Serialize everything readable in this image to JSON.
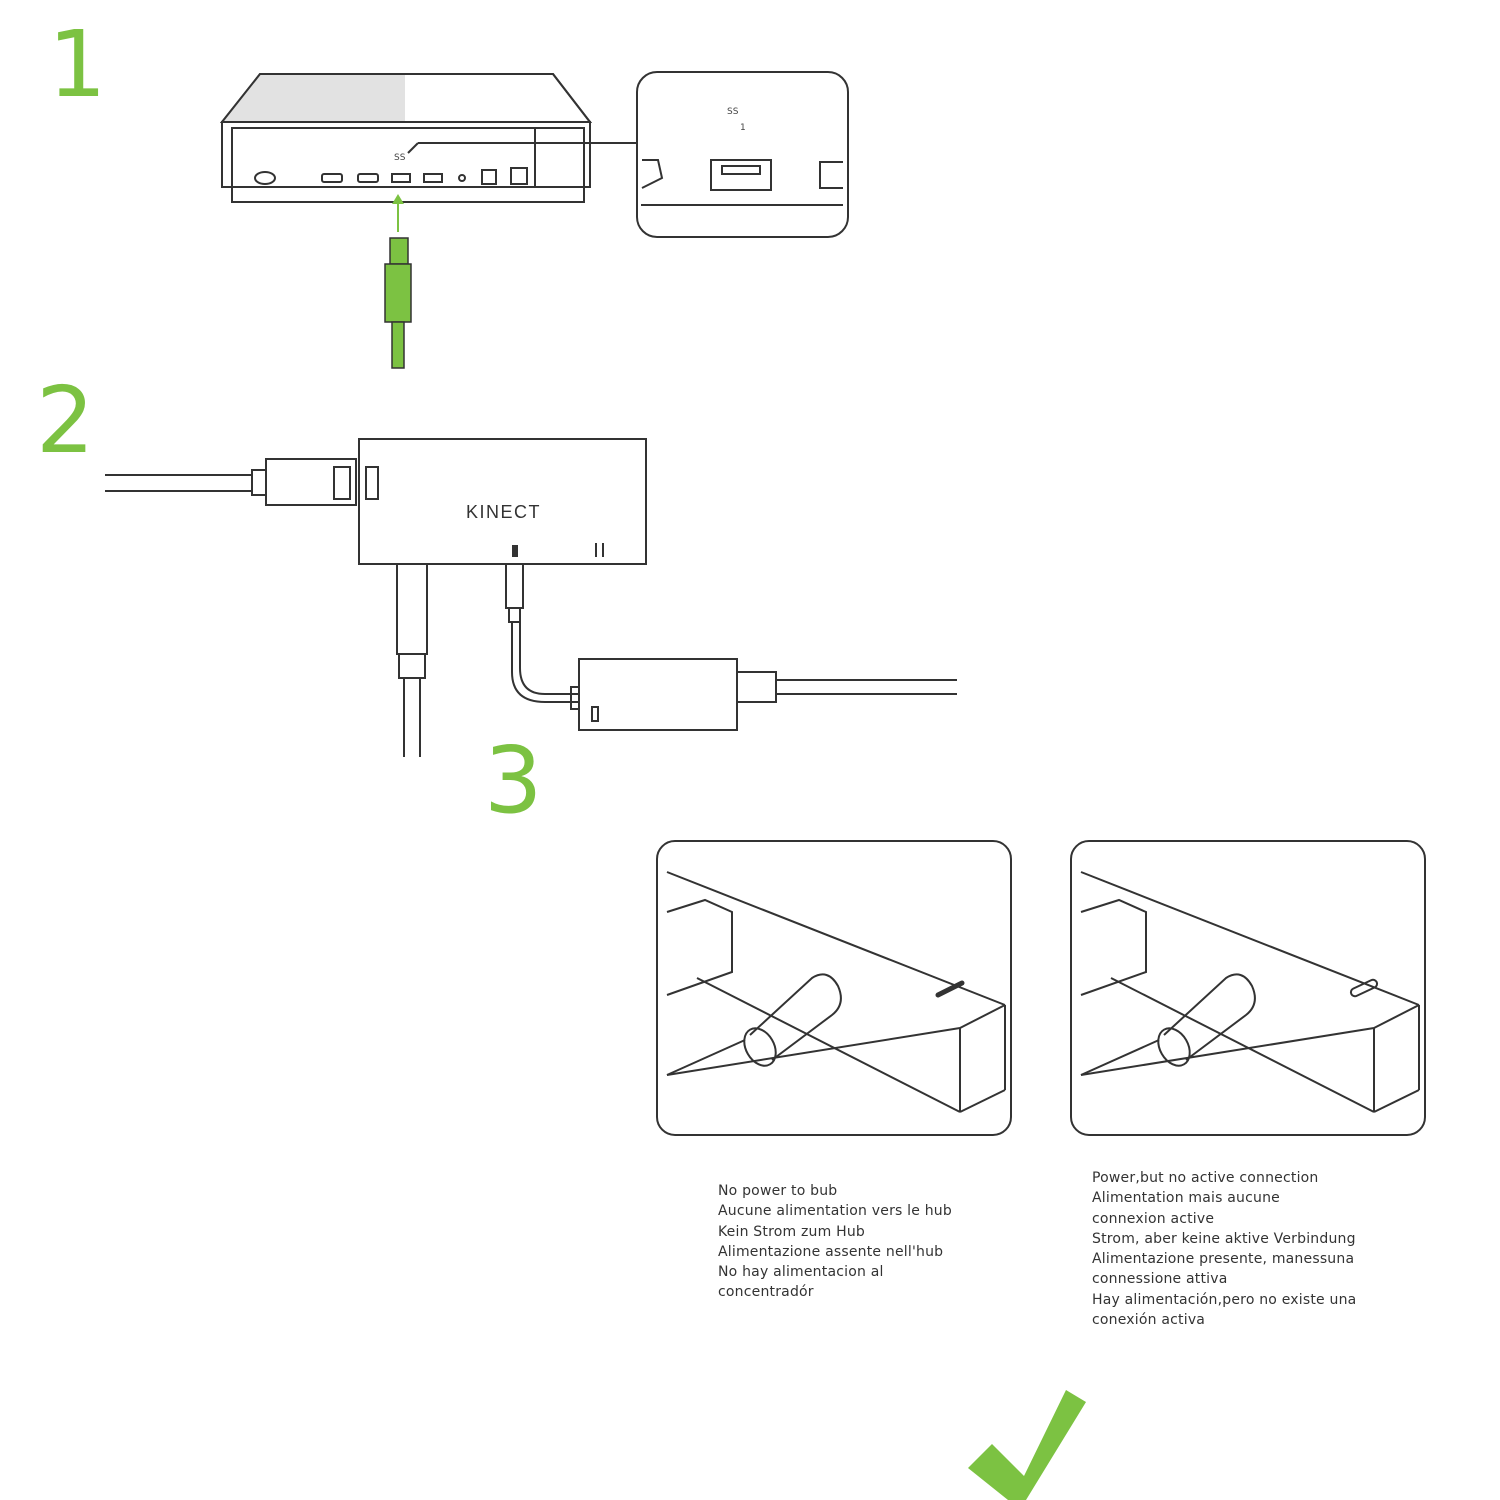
{
  "steps": {
    "one": "1",
    "two": "2",
    "three": "3"
  },
  "hub": {
    "label": "KINECT"
  },
  "port_label": "SS",
  "captions": {
    "no_power": [
      "No power to bub",
      "Aucune alimentation vers le hub",
      "Kein Strom zum Hub",
      "Alimentazione assente nell'hub",
      "No hay alimentacion al",
      "concentradór"
    ],
    "power_no_connection": [
      "Power,but no active connection",
      "Alimentation mais aucune",
      "connexion active",
      "Strom, aber keine aktive Verbindung",
      "Alimentazione presente, manessuna",
      "connessione attiva",
      "Hay alimentación,pero no existe una",
      "conexión activa"
    ]
  },
  "colors": {
    "accent": "#7cc242",
    "line": "#333333"
  },
  "icons": {
    "check": "checkmark-icon",
    "usb": "usb-ss-icon"
  }
}
